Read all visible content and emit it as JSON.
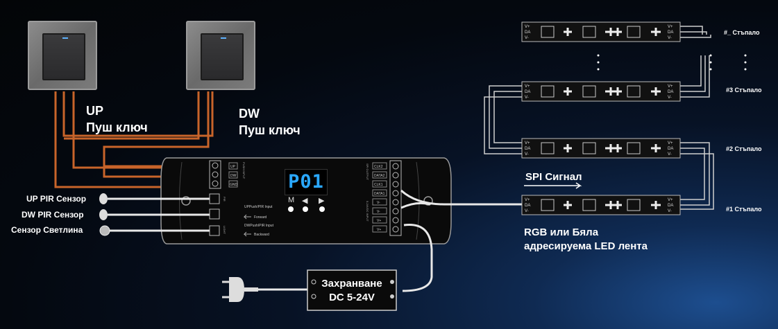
{
  "switches": [
    {
      "title": "UP",
      "subtitle": "Пуш ключ"
    },
    {
      "title": "DW",
      "subtitle": "Пуш ключ"
    }
  ],
  "sensors": [
    {
      "label": "UP PIR Сензор"
    },
    {
      "label": "DW PIR Сензор"
    },
    {
      "label": "Сензор Светлина"
    }
  ],
  "controller": {
    "display": "P01",
    "buttons": [
      "M",
      "◀",
      "▶"
    ],
    "left_ports": [
      "UP",
      "DW",
      "GND",
      "",
      "",
      ""
    ],
    "right_ports": [
      "CLK2",
      "DATA2",
      "CLK1",
      "DATA1",
      "V-",
      "V-",
      "V+",
      "V+"
    ],
    "group_labels": [
      "PUSH INPUT",
      "SPI OUTPUT",
      "5-24VDC INPUT",
      "PIR",
      "LIGHT"
    ],
    "notes": [
      "UPPush/PIR Input",
      "Forward",
      "DWPush/PIR Input",
      "Backward"
    ]
  },
  "power": {
    "line1": "Захранване",
    "line2": "DC 5-24V"
  },
  "signal_label": "SPI Сигнал",
  "strip_label": {
    "line1": "RGB или Бяла",
    "line2": "адресируема LED лента"
  },
  "steps": [
    {
      "label": "#_ Стъпало"
    },
    {
      "label": "#3 Стъпало"
    },
    {
      "label": "#2 Стъпало"
    },
    {
      "label": "#1 Стъпало"
    }
  ],
  "strip_pins": [
    "V+",
    "DA",
    "V-"
  ],
  "colors": {
    "wire_orange": "#c8642a",
    "wire_white": "#e8e8e8",
    "display": "#2aa8ff"
  }
}
